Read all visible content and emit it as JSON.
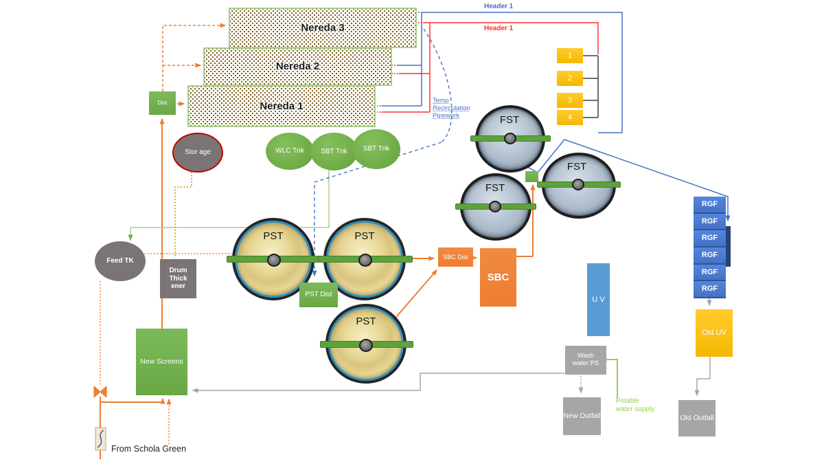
{
  "colors": {
    "orange": "#ed7d31",
    "green": "#70ad47",
    "light_green": "#a9d18e",
    "bright_green": "#92d050",
    "blue": "#4472c4",
    "light_blue": "#5b9bd5",
    "navy": "#264478",
    "red": "#ff2f2f",
    "gold": "#ffc000",
    "gray": "#a6a6a6",
    "dark_gray": "#7a7574",
    "olive": "#bf8f00",
    "black": "#404040"
  },
  "reactors": {
    "labels": [
      "Nereda 3",
      "Nereda 2",
      "Nereda 1"
    ]
  },
  "distribution": {
    "dist": "Dist",
    "pst_dist": "PST Dist",
    "sbc_dist": "SBC Dist"
  },
  "tanks": {
    "storage": "Stor age",
    "list": [
      "WLC Tnk",
      "SBT Tnk",
      "SBT Tnk"
    ],
    "feed": "Feed TK",
    "drum_thickener": "Drum Thick ener"
  },
  "clarifiers": {
    "fst": [
      "FST",
      "FST",
      "FST"
    ],
    "pst": [
      "PST",
      "PST",
      "PST"
    ]
  },
  "sbc": {
    "label": "SBC"
  },
  "uv": {
    "new": "U V",
    "old": "Old UV"
  },
  "filters": {
    "rgf": [
      "RGF",
      "RGF",
      "RGF",
      "RGF",
      "RGF",
      "RGF"
    ]
  },
  "outfalls": {
    "new": "New Outfall",
    "old": "Old Outfall"
  },
  "pumping": {
    "wash_water": "Wash water PS",
    "potable_note": "Potable water supply"
  },
  "screens": {
    "label": "New Screens"
  },
  "headers": {
    "blue": "Header 1",
    "red": "Header 1"
  },
  "cells": [
    "1",
    "2",
    "3",
    "4"
  ],
  "notes": {
    "temp_recirc": "Temp Recirculation Pipework",
    "inlet": "From Schola Green"
  }
}
